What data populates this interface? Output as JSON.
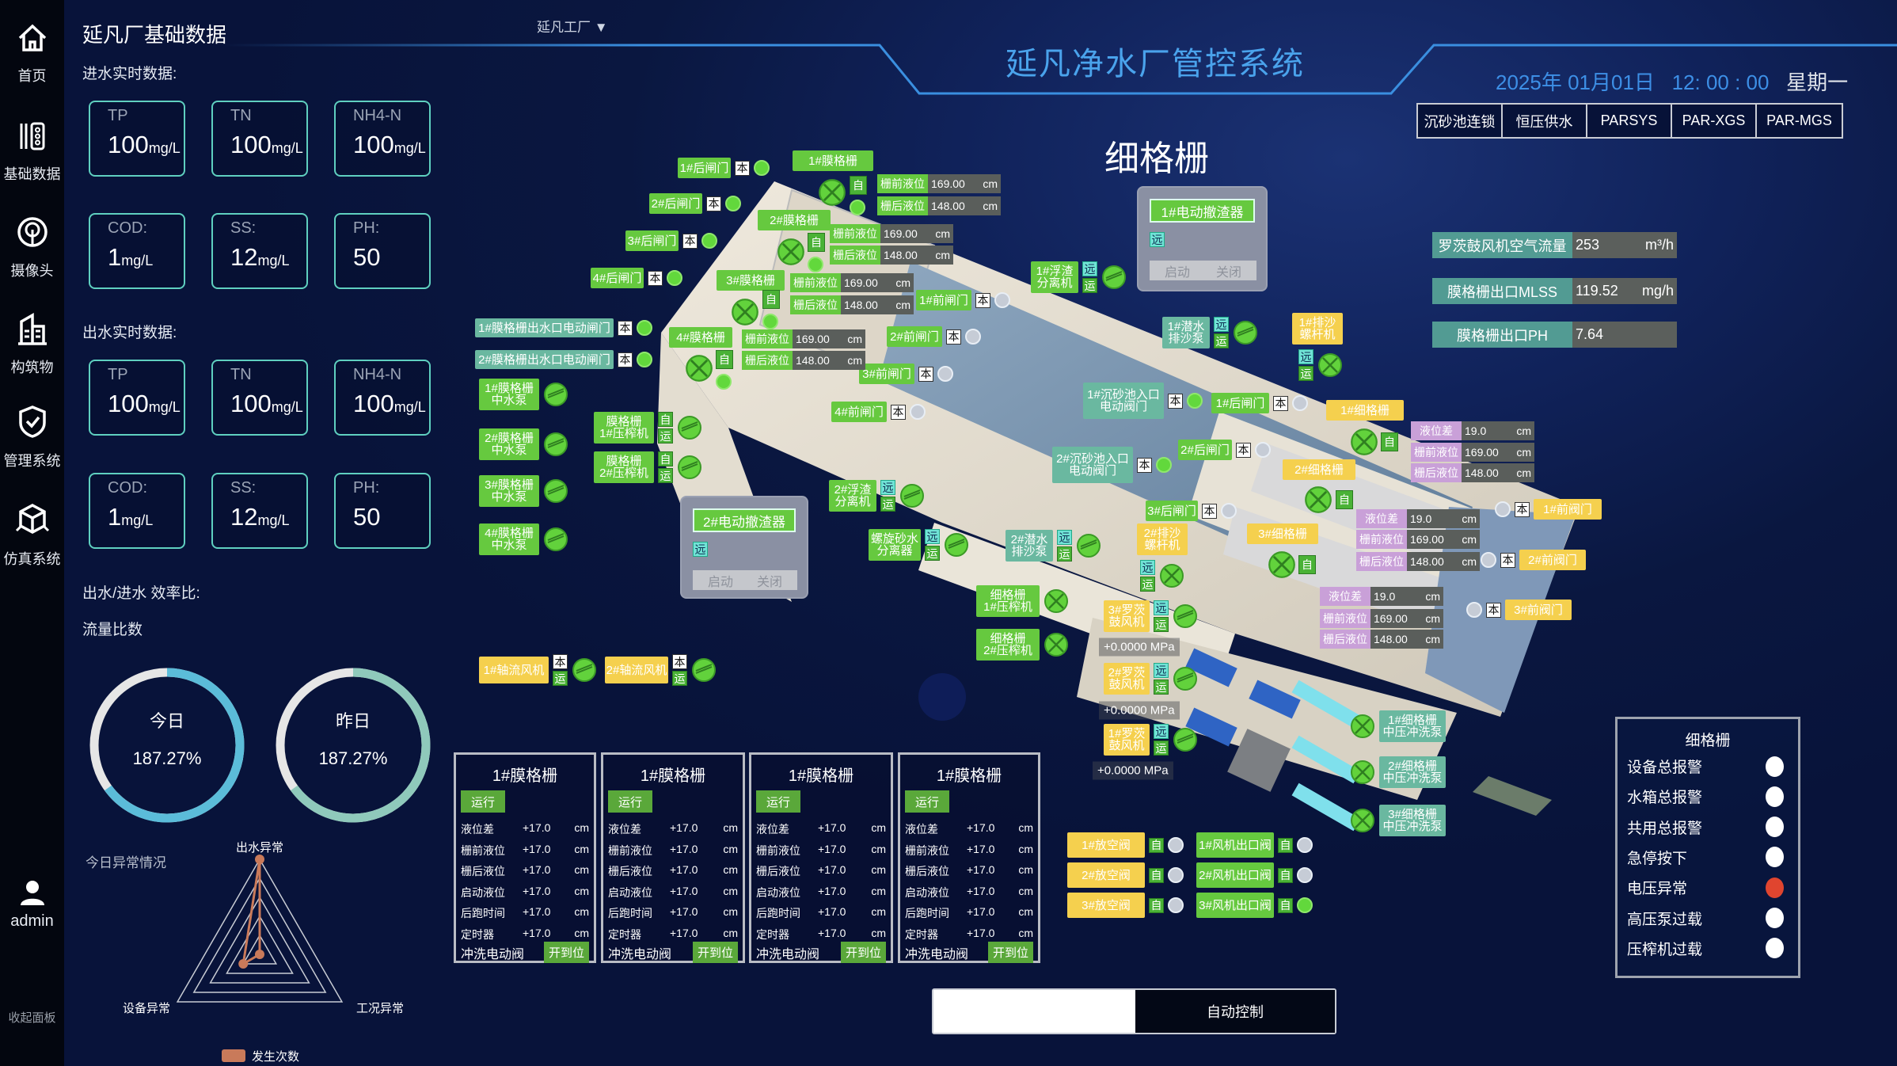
{
  "sidebar": {
    "items": [
      {
        "label": "首页",
        "icon": "home-icon"
      },
      {
        "label": "基础数据",
        "icon": "data-icon"
      },
      {
        "label": "摄像头",
        "icon": "camera-icon"
      },
      {
        "label": "构筑物",
        "icon": "building-icon"
      },
      {
        "label": "管理系统",
        "icon": "shield-check-icon"
      },
      {
        "label": "仿真系统",
        "icon": "cube-icon"
      }
    ],
    "user": "admin",
    "collapse": "收起面板"
  },
  "header": {
    "left_title": "延凡厂基础数据",
    "factory_select": "延凡工厂",
    "title": "延凡净水厂管控系统",
    "date": "2025年 01月01日",
    "time": "12: 00 : 00",
    "weekday": "星期一",
    "tabs": [
      "沉砂池连锁",
      "恒压供水",
      "PARSYS",
      "PAR-XGS",
      "PAR-MGS"
    ],
    "section_title": "细格栅"
  },
  "inflow": {
    "title": "进水实时数据:",
    "cards": [
      {
        "k": "TP",
        "v": "100",
        "u": "mg/L"
      },
      {
        "k": "TN",
        "v": "100",
        "u": "mg/L"
      },
      {
        "k": "NH4-N",
        "v": "100",
        "u": "mg/L"
      },
      {
        "k": "COD:",
        "v": "1",
        "u": "mg/L"
      },
      {
        "k": "SS:",
        "v": "12",
        "u": "mg/L"
      },
      {
        "k": "PH:",
        "v": "50",
        "u": ""
      }
    ]
  },
  "outflow": {
    "title": "出水实时数据:",
    "cards": [
      {
        "k": "TP",
        "v": "100",
        "u": "mg/L"
      },
      {
        "k": "TN",
        "v": "100",
        "u": "mg/L"
      },
      {
        "k": "NH4-N",
        "v": "100",
        "u": "mg/L"
      },
      {
        "k": "COD:",
        "v": "1",
        "u": "mg/L"
      },
      {
        "k": "SS:",
        "v": "12",
        "u": "mg/L"
      },
      {
        "k": "PH:",
        "v": "50",
        "u": ""
      }
    ]
  },
  "efficiency": {
    "title": "出水/进水 效率比:",
    "subtitle": "流量比数",
    "rings": [
      {
        "label": "今日",
        "value": "187.27%",
        "fill": 0.65,
        "color": "#5bbcd9"
      },
      {
        "label": "昨日",
        "value": "187.27%",
        "fill": 0.65,
        "color": "#8fc9bb"
      }
    ]
  },
  "anomaly_radar": {
    "title": "今日异常情况",
    "type": "radar",
    "axes": [
      "出水异常",
      "工况异常",
      "设备异常"
    ],
    "max": 5,
    "max_label": "5",
    "series": [
      {
        "name": "发生次数",
        "values": [
          5,
          0,
          1
        ],
        "color": "#c97a5a"
      }
    ]
  },
  "metrics": [
    {
      "label": "罗茨鼓风机空气流量",
      "value": "253",
      "unit": "m³/h"
    },
    {
      "label": "膜格栅出口MLSS",
      "value": "119.52",
      "unit": "mg/h"
    },
    {
      "label": "膜格栅出口PH",
      "value": "7.64",
      "unit": ""
    }
  ],
  "scene": {
    "tags": [
      {
        "label": "1#后闸门",
        "c": "g",
        "b": [
          "本"
        ],
        "d": "on"
      },
      {
        "label": "2#后闸门",
        "c": "g",
        "b": [
          "本"
        ],
        "d": "on"
      },
      {
        "label": "3#后闸门",
        "c": "g",
        "b": [
          "本"
        ],
        "d": "on"
      },
      {
        "label": "4#后闸门",
        "c": "g",
        "b": [
          "本"
        ],
        "d": "on"
      },
      {
        "label": "1#膜格栅",
        "c": "g",
        "b": [],
        "d": ""
      },
      {
        "label": "2#膜格栅",
        "c": "g",
        "b": [],
        "d": ""
      },
      {
        "label": "3#膜格栅",
        "c": "g",
        "b": [],
        "d": ""
      },
      {
        "label": "4#膜格栅",
        "c": "g",
        "b": [],
        "d": ""
      },
      {
        "label": "1#前闸门",
        "c": "g",
        "b": [
          "本"
        ],
        "d": "off"
      },
      {
        "label": "2#前闸门",
        "c": "g",
        "b": [
          "本"
        ],
        "d": "off"
      },
      {
        "label": "3#前闸门",
        "c": "g",
        "b": [
          "本"
        ],
        "d": "off"
      },
      {
        "label": "4#前闸门",
        "c": "g",
        "b": [
          "本"
        ],
        "d": "off"
      },
      {
        "label": "1#膜格栅出水口电动闸门",
        "c": "t",
        "b": [
          "本"
        ],
        "d": "on"
      },
      {
        "label": "2#膜格栅出水口电动闸门",
        "c": "t",
        "b": [
          "本"
        ],
        "d": "on"
      },
      {
        "label": "1#膜格栅\n中水泵",
        "c": "g",
        "b": [],
        "d": "pump"
      },
      {
        "label": "2#膜格栅\n中水泵",
        "c": "g",
        "b": [],
        "d": "pump"
      },
      {
        "label": "3#膜格栅\n中水泵",
        "c": "g",
        "b": [],
        "d": "pump"
      },
      {
        "label": "4#膜格栅\n中水泵",
        "c": "g",
        "b": [],
        "d": "pump"
      },
      {
        "label": "膜格栅\n1#压榨机",
        "c": "g",
        "b": [
          "自",
          "运"
        ],
        "d": "pump"
      },
      {
        "label": "膜格栅\n2#压榨机",
        "c": "g",
        "b": [
          "自",
          "运"
        ],
        "d": "pump"
      },
      {
        "label": "1#浮渣\n分离机",
        "c": "g",
        "b": [
          "远",
          "运"
        ],
        "d": "pump"
      },
      {
        "label": "1#潜水\n排沙泵",
        "c": "t",
        "b": [
          "远",
          "运"
        ],
        "d": "pump"
      },
      {
        "label": "1#排沙\n螺杆机",
        "c": "y",
        "b": [],
        "d": ""
      },
      {
        "label": "",
        "c": "",
        "b": [
          "远",
          "运"
        ],
        "d": "valve"
      },
      {
        "label": "1#沉砂池入口\n电动阀门",
        "c": "t",
        "b": [
          "本"
        ],
        "d": "on"
      },
      {
        "label": "1#后闸门",
        "c": "g",
        "b": [
          "本"
        ],
        "d": "off"
      },
      {
        "label": "1#细格栅",
        "c": "y",
        "b": [],
        "d": ""
      },
      {
        "label": "2#沉砂池入口\n电动阀门",
        "c": "t",
        "b": [
          "本"
        ],
        "d": "on"
      },
      {
        "label": "2#后闸门",
        "c": "g",
        "b": [
          "本"
        ],
        "d": "off"
      },
      {
        "label": "2#细格栅",
        "c": "y",
        "b": [],
        "d": ""
      },
      {
        "label": "3#后闸门",
        "c": "g",
        "b": [
          "本"
        ],
        "d": "off"
      },
      {
        "label": "3#细格栅",
        "c": "y",
        "b": [],
        "d": ""
      },
      {
        "label": "1#前阀门",
        "c": "y",
        "b": [
          "本"
        ],
        "d": "off",
        "rev": true
      },
      {
        "label": "2#前阀门",
        "c": "y",
        "b": [
          "本"
        ],
        "d": "off",
        "rev": true
      },
      {
        "label": "3#前阀门",
        "c": "y",
        "b": [
          "本"
        ],
        "d": "off",
        "rev": true
      },
      {
        "label": "2#浮渣\n分离机",
        "c": "g",
        "b": [
          "远",
          "运"
        ],
        "d": "pump"
      },
      {
        "label": "螺旋砂水\n分离器",
        "c": "g",
        "b": [
          "远",
          "运"
        ],
        "d": "pump"
      },
      {
        "label": "2#潜水\n排沙泵",
        "c": "t",
        "b": [
          "远",
          "运"
        ],
        "d": "pump"
      },
      {
        "label": "2#排沙\n螺杆机",
        "c": "y",
        "b": [],
        "d": ""
      },
      {
        "label": "",
        "c": "",
        "b": [
          "远",
          "运"
        ],
        "d": "valve"
      },
      {
        "label": "细格栅\n1#压榨机",
        "c": "g",
        "b": [],
        "d": "valve"
      },
      {
        "label": "细格栅\n2#压榨机",
        "c": "g",
        "b": [],
        "d": "valve"
      },
      {
        "label": "3#罗茨\n鼓风机",
        "c": "y",
        "b": [
          "远",
          "运"
        ],
        "d": "pump"
      },
      {
        "label": "2#罗茨\n鼓风机",
        "c": "y",
        "b": [
          "远",
          "运"
        ],
        "d": "pump"
      },
      {
        "label": "1#罗茨\n鼓风机",
        "c": "y",
        "b": [
          "远",
          "运"
        ],
        "d": "pump"
      },
      {
        "label": "1#细格栅\n中压冲洗泵",
        "c": "t",
        "b": [],
        "d": "valve",
        "rev": true
      },
      {
        "label": "2#细格栅\n中压冲洗泵",
        "c": "t",
        "b": [],
        "d": "valve",
        "rev": true
      },
      {
        "label": "3#细格栅\n中压冲洗泵",
        "c": "t",
        "b": [],
        "d": "valve",
        "rev": true
      },
      {
        "label": "1#轴流风机",
        "c": "y",
        "b": [
          "本",
          "运"
        ],
        "d": "pump"
      },
      {
        "label": "2#轴流风机",
        "c": "y",
        "b": [
          "本",
          "运"
        ],
        "d": "pump"
      },
      {
        "label": "1#放空阀",
        "c": "y",
        "b": [
          "自"
        ],
        "d": "off"
      },
      {
        "label": "2#放空阀",
        "c": "y",
        "b": [
          "自"
        ],
        "d": "off"
      },
      {
        "label": "3#放空阀",
        "c": "y",
        "b": [
          "自"
        ],
        "d": "off"
      },
      {
        "label": "1#风机出口阀",
        "c": "g",
        "b": [
          "自"
        ],
        "d": "off"
      },
      {
        "label": "2#风机出口阀",
        "c": "g",
        "b": [
          "自"
        ],
        "d": "off"
      },
      {
        "label": "3#风机出口阀",
        "c": "g",
        "b": [
          "自"
        ],
        "d": "on"
      }
    ],
    "levels": [
      {
        "label": "栅前液位",
        "value": "169.00",
        "unit": "cm",
        "c": "g"
      },
      {
        "label": "栅后液位",
        "value": "148.00",
        "unit": "cm",
        "c": "g"
      },
      {
        "label": "栅前液位",
        "value": "169.00",
        "unit": "cm",
        "c": "g"
      },
      {
        "label": "栅后液位",
        "value": "148.00",
        "unit": "cm",
        "c": "g"
      },
      {
        "label": "栅前液位",
        "value": "169.00",
        "unit": "cm",
        "c": "g"
      },
      {
        "label": "栅后液位",
        "value": "148.00",
        "unit": "cm",
        "c": "g"
      },
      {
        "label": "栅前液位",
        "value": "169.00",
        "unit": "cm",
        "c": "g"
      },
      {
        "label": "栅后液位",
        "value": "148.00",
        "unit": "cm",
        "c": "g"
      },
      {
        "label": "液位差",
        "value": "19.0",
        "unit": "cm",
        "c": "p"
      },
      {
        "label": "栅前液位",
        "value": "169.00",
        "unit": "cm",
        "c": "p"
      },
      {
        "label": "栅后液位",
        "value": "148.00",
        "unit": "cm",
        "c": "p"
      },
      {
        "label": "液位差",
        "value": "19.0",
        "unit": "cm",
        "c": "p"
      },
      {
        "label": "栅前液位",
        "value": "169.00",
        "unit": "cm",
        "c": "p"
      },
      {
        "label": "栅后液位",
        "value": "148.00",
        "unit": "cm",
        "c": "p"
      },
      {
        "label": "液位差",
        "value": "19.0",
        "unit": "cm",
        "c": "p"
      },
      {
        "label": "栅前液位",
        "value": "169.00",
        "unit": "cm",
        "c": "p"
      },
      {
        "label": "栅后液位",
        "value": "148.00",
        "unit": "cm",
        "c": "p"
      }
    ],
    "valves": [
      {
        "badge": "自",
        "dot": "on"
      },
      {
        "badge": "自",
        "dot": "on"
      },
      {
        "badge": "自",
        "dot": "on"
      },
      {
        "badge": "自",
        "dot": "on"
      },
      {
        "badge": "自",
        "dot": ""
      },
      {
        "badge": "自",
        "dot": ""
      },
      {
        "badge": "自",
        "dot": ""
      }
    ],
    "pressures": [
      "+0.0000  MPa",
      "+0.0000  MPa",
      "+0.0000  MPa"
    ],
    "scrapers": [
      {
        "title": "1#电动撤渣器",
        "mode": "远",
        "start": "启动",
        "stop": "关闭"
      },
      {
        "title": "2#电动撤渣器",
        "mode": "远",
        "start": "启动",
        "stop": "关闭"
      }
    ]
  },
  "panels": [
    {
      "title": "1#膜格栅",
      "status": "运行",
      "rows": [
        {
          "l": "液位差",
          "v": "+17.0",
          "u": "cm"
        },
        {
          "l": "栅前液位",
          "v": "+17.0",
          "u": "cm"
        },
        {
          "l": "栅后液位",
          "v": "+17.0",
          "u": "cm"
        },
        {
          "l": "启动液位",
          "v": "+17.0",
          "u": "cm"
        },
        {
          "l": "后跑时间",
          "v": "+17.0",
          "u": "cm"
        },
        {
          "l": "定时器",
          "v": "+17.0",
          "u": "cm"
        }
      ],
      "valve": "冲洗电动阀",
      "valve_status": "开到位"
    },
    {
      "title": "1#膜格栅",
      "status": "运行",
      "rows": [
        {
          "l": "液位差",
          "v": "+17.0",
          "u": "cm"
        },
        {
          "l": "栅前液位",
          "v": "+17.0",
          "u": "cm"
        },
        {
          "l": "栅后液位",
          "v": "+17.0",
          "u": "cm"
        },
        {
          "l": "启动液位",
          "v": "+17.0",
          "u": "cm"
        },
        {
          "l": "后跑时间",
          "v": "+17.0",
          "u": "cm"
        },
        {
          "l": "定时器",
          "v": "+17.0",
          "u": "cm"
        }
      ],
      "valve": "冲洗电动阀",
      "valve_status": "开到位"
    },
    {
      "title": "1#膜格栅",
      "status": "运行",
      "rows": [
        {
          "l": "液位差",
          "v": "+17.0",
          "u": "cm"
        },
        {
          "l": "栅前液位",
          "v": "+17.0",
          "u": "cm"
        },
        {
          "l": "栅后液位",
          "v": "+17.0",
          "u": "cm"
        },
        {
          "l": "启动液位",
          "v": "+17.0",
          "u": "cm"
        },
        {
          "l": "后跑时间",
          "v": "+17.0",
          "u": "cm"
        },
        {
          "l": "定时器",
          "v": "+17.0",
          "u": "cm"
        }
      ],
      "valve": "冲洗电动阀",
      "valve_status": "开到位"
    },
    {
      "title": "1#膜格栅",
      "status": "运行",
      "rows": [
        {
          "l": "液位差",
          "v": "+17.0",
          "u": "cm"
        },
        {
          "l": "栅前液位",
          "v": "+17.0",
          "u": "cm"
        },
        {
          "l": "栅后液位",
          "v": "+17.0",
          "u": "cm"
        },
        {
          "l": "启动液位",
          "v": "+17.0",
          "u": "cm"
        },
        {
          "l": "后跑时间",
          "v": "+17.0",
          "u": "cm"
        },
        {
          "l": "定时器",
          "v": "+17.0",
          "u": "cm"
        }
      ],
      "valve": "冲洗电动阀",
      "valve_status": "开到位"
    }
  ],
  "alarms": {
    "title": "细格栅",
    "items": [
      {
        "label": "设备总报警",
        "color": "#ffffff"
      },
      {
        "label": "水箱总报警",
        "color": "#ffffff"
      },
      {
        "label": "共用总报警",
        "color": "#ffffff"
      },
      {
        "label": "急停按下",
        "color": "#ffffff"
      },
      {
        "label": "电压异常",
        "color": "#e0452f"
      },
      {
        "label": "高压泵过载",
        "color": "#ffffff"
      },
      {
        "label": "压榨机过载",
        "color": "#ffffff"
      }
    ]
  },
  "control": {
    "mode_label": "自动控制"
  }
}
